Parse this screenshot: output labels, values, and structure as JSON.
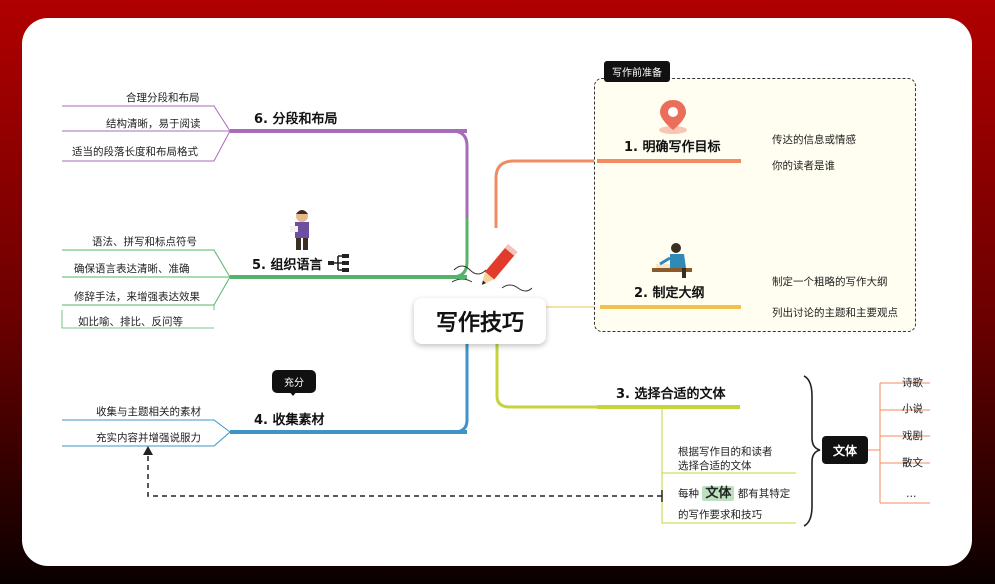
{
  "center": {
    "title": "写作技巧"
  },
  "prep_tag": "写作前准备",
  "branches": {
    "b1": {
      "label": "1. 明确写作目标",
      "items": [
        "传达的信息或情感",
        "你的读者是谁"
      ]
    },
    "b2": {
      "label": "2. 制定大纲",
      "items": [
        "制定一个粗略的写作大纲",
        "列出讨论的主题和主要观点"
      ]
    },
    "b3": {
      "label": "3. 选择合适的文体",
      "item1": [
        "根据写作目的和读者",
        "选择合适的文体"
      ],
      "item2": {
        "prefix": "每种",
        "highlight": "文体",
        "suffix": "都有其特定",
        "line2": "的写作要求和技巧"
      },
      "genre_box": "文体",
      "genres": [
        "诗歌",
        "小说",
        "戏剧",
        "散文",
        "…"
      ]
    },
    "b4": {
      "label": "4. 收集素材",
      "tag": "充分",
      "items": [
        "收集与主题相关的素材",
        "充实内容并增强说服力"
      ]
    },
    "b5": {
      "label": "5. 组织语言",
      "items": [
        "语法、拼写和标点符号",
        "确保语言表达清晰、准确",
        "修辞手法，来增强表达效果"
      ],
      "note": "如比喻、排比、反问等"
    },
    "b6": {
      "label": "6. 分段和布局",
      "items": [
        "合理分段和布局",
        "结构清晰，易于阅读",
        "适当的段落长度和布局格式"
      ]
    }
  },
  "colors": {
    "b1": "#f08c62",
    "b2": "#f2c14e",
    "b3": "#c5d43a",
    "b4": "#3f94c7",
    "b5": "#56b46a",
    "b6": "#a66cb9"
  }
}
